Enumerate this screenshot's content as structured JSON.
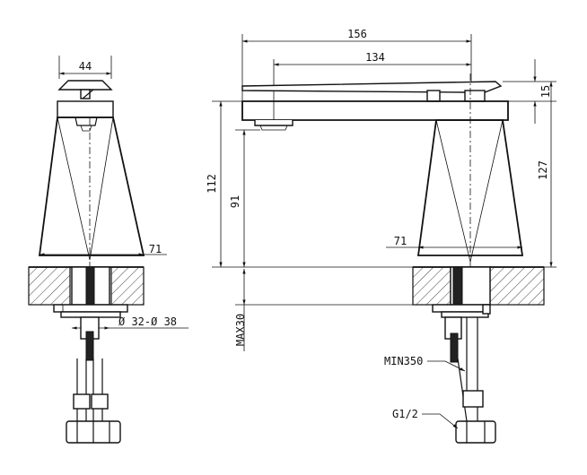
{
  "dimensions": {
    "top_width": "44",
    "overall_length": "156",
    "spout_reach": "134",
    "handle_height": "15",
    "total_height": "127",
    "body_height": "112",
    "spout_clearance": "91",
    "base_left": "71",
    "base_right": "71",
    "hole_diameter": "Ø 32-Ø 38",
    "max_deck": "MAX30",
    "min_hose": "MIN350",
    "thread": "G1/2"
  }
}
